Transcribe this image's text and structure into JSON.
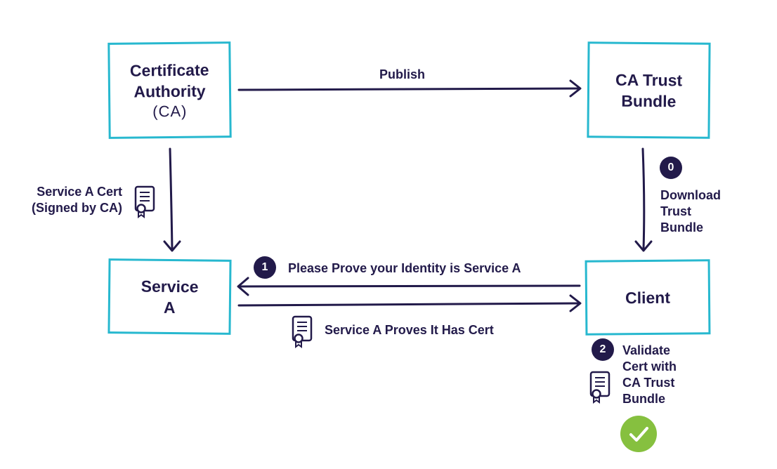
{
  "boxes": {
    "certificate_authority": {
      "title": "Certificate\nAuthority",
      "subtitle": "(CA)"
    },
    "ca_trust_bundle": {
      "title": "CA Trust\nBundle"
    },
    "service_a": {
      "title": "Service\nA"
    },
    "client": {
      "title": "Client"
    }
  },
  "arrows": {
    "publish": "Publish",
    "service_a_cert": "Service A Cert\n(Signed by CA)",
    "download": "Download\nTrust\nBundle",
    "prove_request": "Please Prove your Identity is Service A",
    "prove_response": "Service A Proves It Has Cert",
    "validate": "Validate\nCert with\nCA Trust\nBundle"
  },
  "steps": {
    "download": "0",
    "prove_request": "1",
    "validate": "2"
  },
  "icons": {
    "certificate": "certificate-icon",
    "check": "check-icon"
  },
  "colors": {
    "box_border": "#27b8cf",
    "ink": "#221a4a",
    "success": "#86c03f"
  }
}
